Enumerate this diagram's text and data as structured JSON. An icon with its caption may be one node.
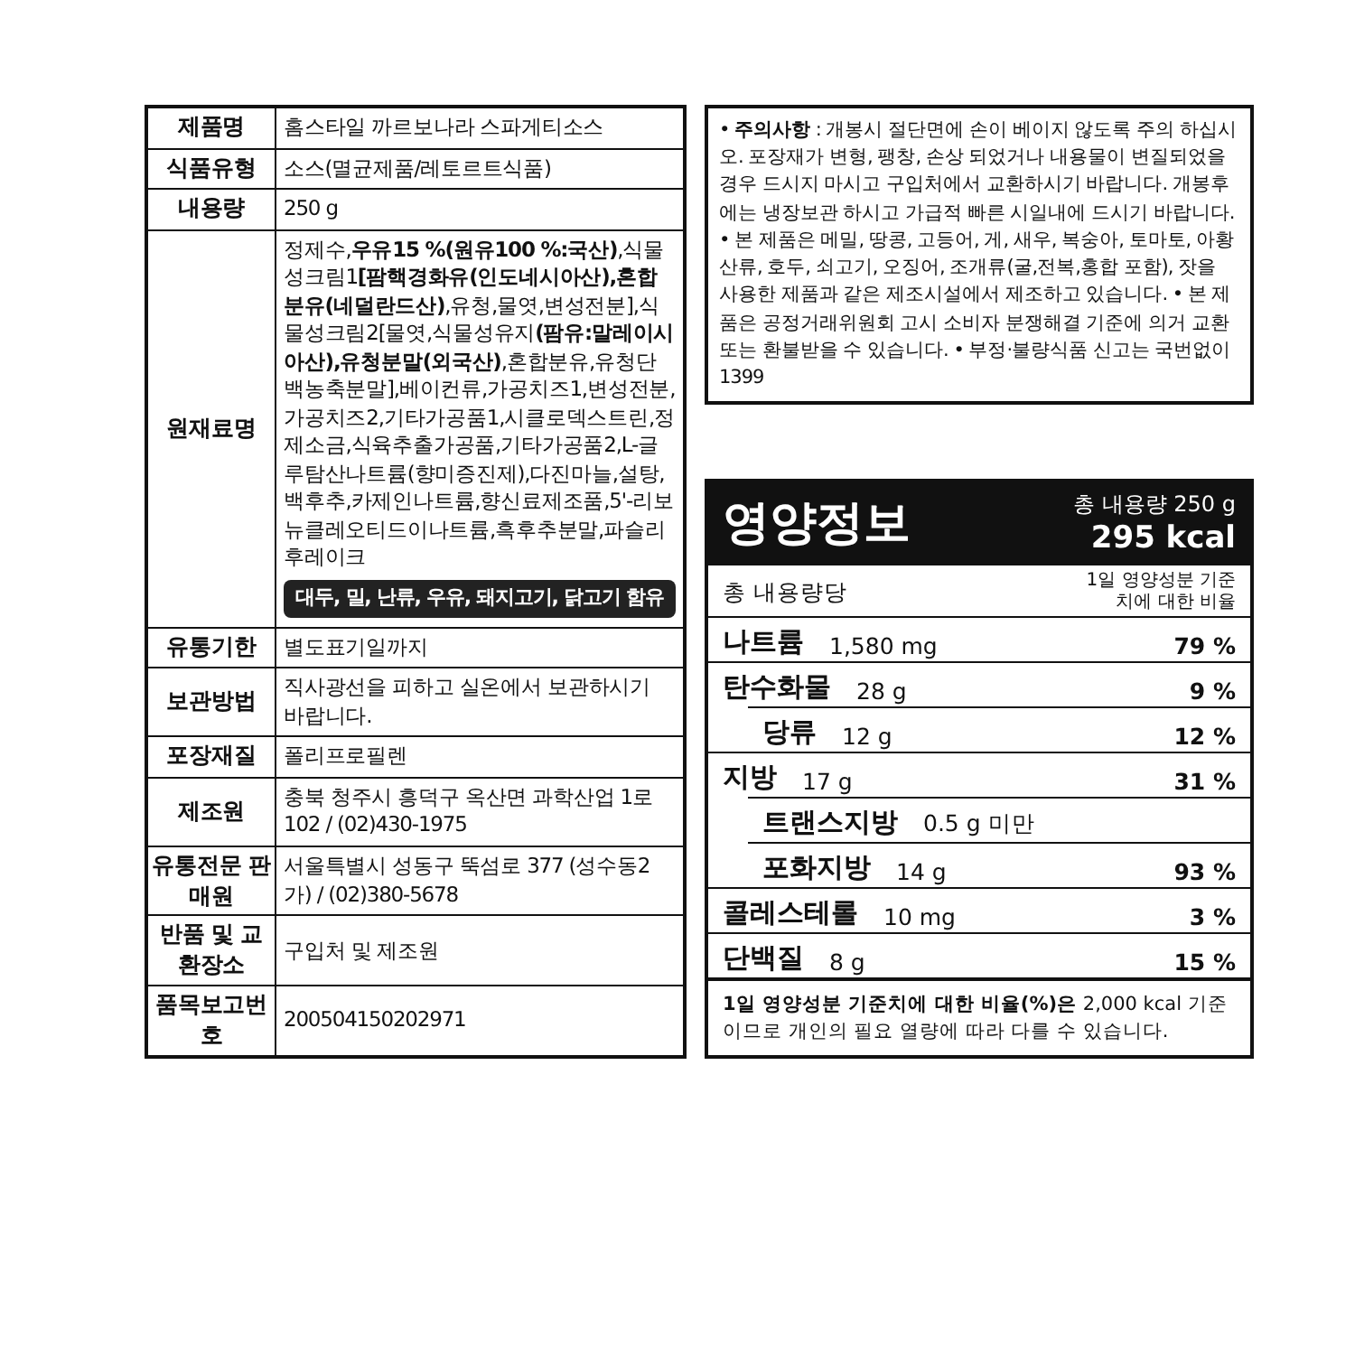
{
  "diagram": {
    "labels": [
      "제품명",
      "홈스타일 까르보나라 스파게티소스",
      "식품유형",
      "소스(멸균제품/레토르트식품)",
      "내용량",
      "250 g",
      "원재료명",
      "정제수,**우유15 %(원유100 %:국산)**,식물성크림1**[팜핵경화유(인도네시아산),혼합분유(네덜란드산)**,유청,물엿,변성전분],식물성크림2[물엿,식물성유지**(팜유:말레이시아산),유청분말(외국산)**,혼합분유,유청단백농축분말],베이컨류,가공치즈1,변성전분,가공치즈2,기타가공품1,시클로덱스트린,정제소금,식육추출가공품,기타가공품2,L-글루탐산나트륨(향미증진제),다진마늘,설탕,백후추,카제인나트륨,향신료제조품,5'-리보뉴클레오티드이나트륨,흑후추분말,파슬리후레이크",
      "대두, 밀, 난류, 우유, 돼지고기, 닭고기 함유",
      "유통기한",
      "별도표기일까지",
      "보관방법",
      "직사광선을 피하고 실온에서 보관하시기 바랍니다.",
      "포장재질",
      "폴리프로필렌",
      "제조원",
      "충북 청주시 흥덕구 옥산면 과학산업 1로 102 / (02)430-1975",
      "유통전문 판매원",
      "서울특별시 성동구 뚝섬로 377 (성수동2가) / (02)380-5678",
      "반품 및 교환장소",
      "구입처 및 제조원",
      "품목보고번호",
      "200504150202971",
      "• **주의사항** : 개봉시 절단면에 손이 베이지 않도록 주의 하십시오. 포장재가 변형, 팽창, 손상 되었거나 내용물이 변질되었을 경우 드시지 마시고 구입처에서 교환하시기 바랍니다. 개봉후에는 냉장보관 하시고 가급적 빠른 시일내에 드시기 바랍니다.",
      "• 본 제품은 메밀, 땅콩, 고등어, 게, 새우, 복숭아, 토마토, 아황산류, 호두, 쇠고기, 오징어, 조개류(굴,전복,홍합 포함), 잣을 사용한 제품과 같은 제조시설에서 제조하고 있습니다.",
      "• 본 제품은 공정거래위원회 고시 소비자 분쟁해결 기준에 의거 교환 또는 환불받을 수 있습니다.",
      "• 부정·불량식품 신고는 국번없이 1399",
      "영양정보",
      "총 내용량 250 g",
      "295 kcal",
      "총 내용량당",
      "1일 영양성분 기준치에 대한 비율",
      "나트륨",
      "1,580 mg",
      "79 %",
      "탄수화물",
      "28 g",
      "9 %",
      "당류",
      "12 g",
      "12 %",
      "지방",
      "17 g",
      "31 %",
      "트랜스지방",
      "0.5 g 미만",
      "포화지방",
      "14 g",
      "93 %",
      "콜레스테롤",
      "10 mg",
      "3 %",
      "단백질",
      "8 g",
      "15 %",
      "**1일 영양성분 기준치에 대한 비율(%)은** 2,000 kcal 기준이므로 개인의 필요 열량에 따라 다를 수 있습니다."
    ]
  }
}
